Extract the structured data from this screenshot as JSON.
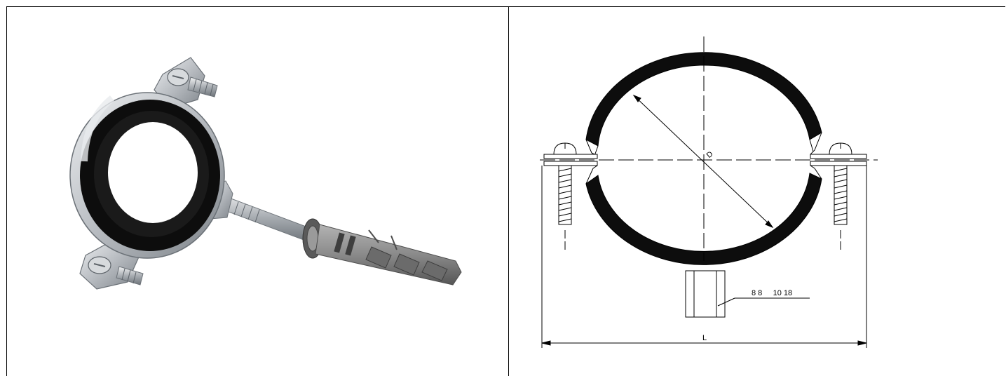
{
  "labels": {
    "diameter": "D",
    "length": "L",
    "thread_spec": "8 8     10 18"
  },
  "colors": {
    "rubber": "#0d0d0d",
    "zinc": "#c9ccd0",
    "zinc_dark": "#8f959b",
    "plug_grey": "#8a8a8a",
    "line": "#000000"
  }
}
